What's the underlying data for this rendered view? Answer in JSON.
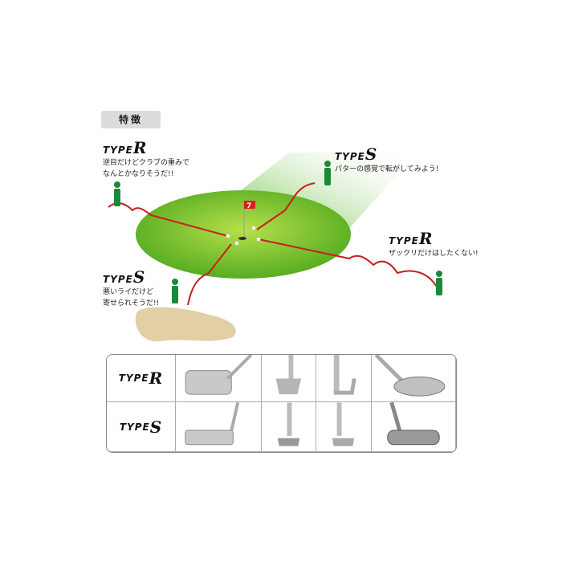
{
  "header": {
    "badge": "特徴"
  },
  "callouts": [
    {
      "type_prefix": "TYPE",
      "type_letter": "R",
      "text_lines": [
        "逆目だけどクラブの重みで",
        "なんとかなりそうだ!!"
      ]
    },
    {
      "type_prefix": "TYPE",
      "type_letter": "S",
      "text_lines": [
        "パターの感覚で転がしてみよう!"
      ]
    },
    {
      "type_prefix": "TYPE",
      "type_letter": "R",
      "text_lines": [
        "ザックリだけはしたくない!"
      ]
    },
    {
      "type_prefix": "TYPE",
      "type_letter": "S",
      "text_lines": [
        "悪いライだけど",
        "寄せられそうだ!!"
      ]
    }
  ],
  "flag": {
    "number": "7"
  },
  "table": {
    "rows": [
      {
        "type_prefix": "TYPE",
        "type_letter": "R"
      },
      {
        "type_prefix": "TYPE",
        "type_letter": "S"
      }
    ]
  },
  "colors": {
    "green": "#7cc428",
    "path": "#c81e1e",
    "sand": "#e3cfa6",
    "golfer": "#1a8a3a"
  }
}
